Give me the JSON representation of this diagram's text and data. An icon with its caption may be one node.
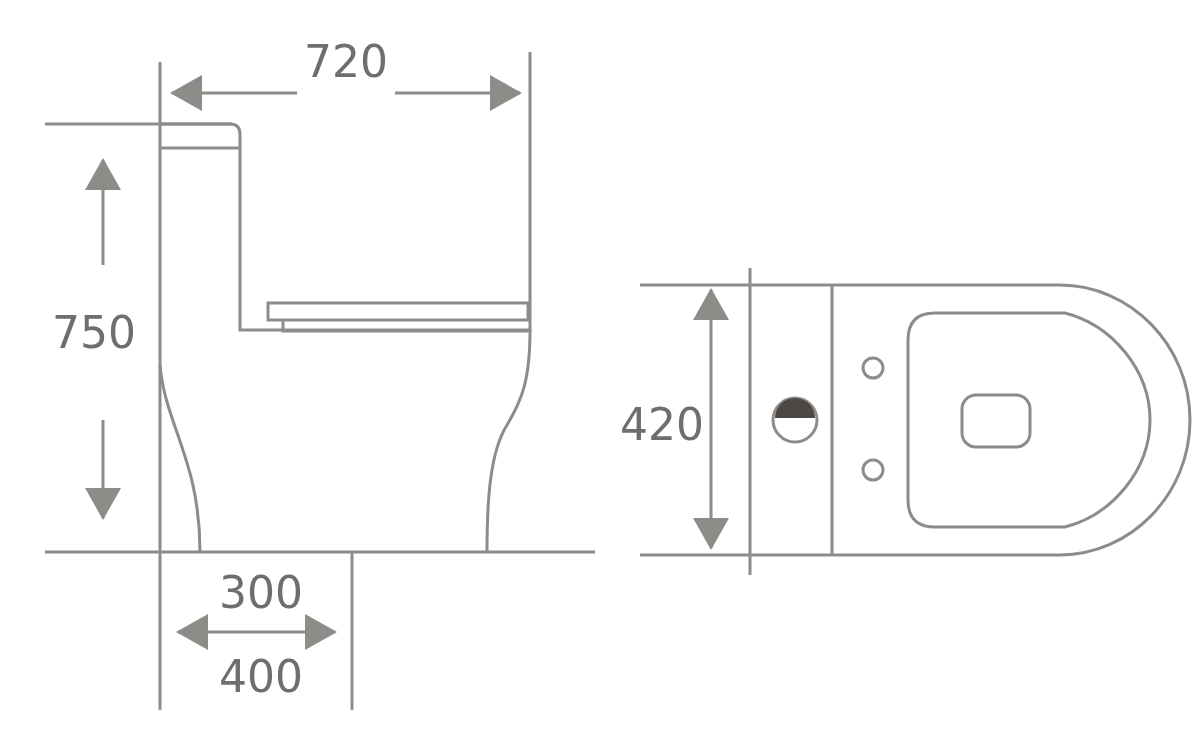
{
  "diagram": {
    "labels": [
      "720",
      "750",
      "420",
      "300",
      "400"
    ]
  }
}
